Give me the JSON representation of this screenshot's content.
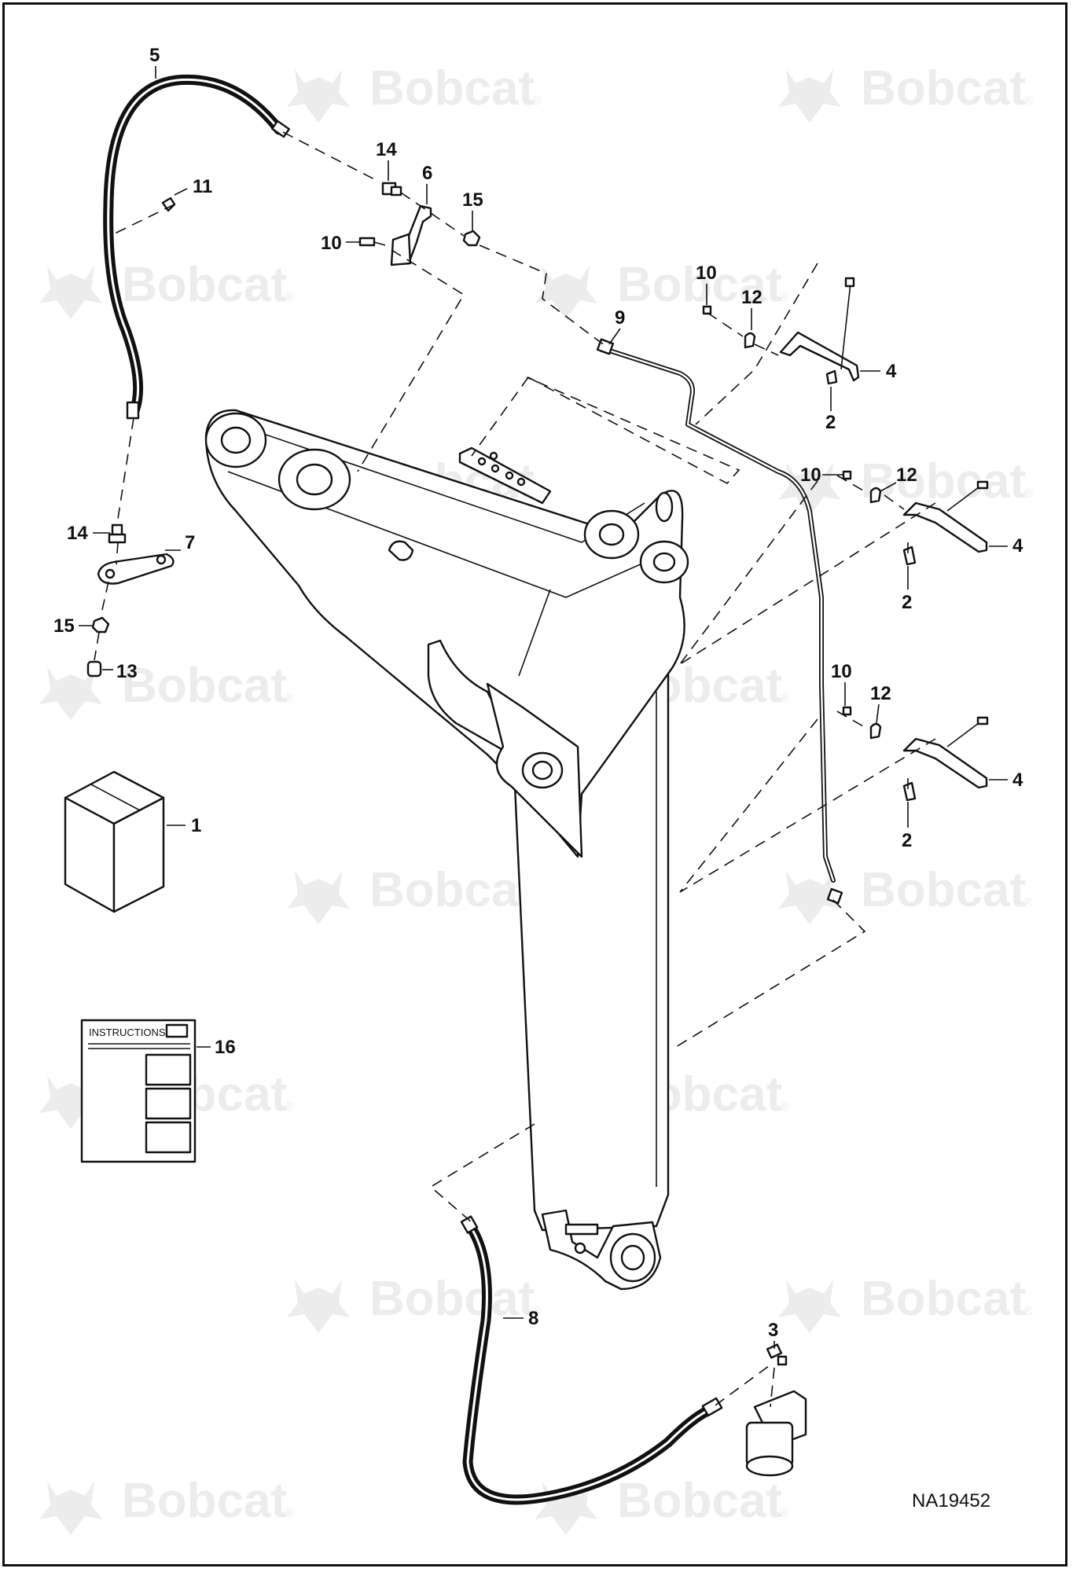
{
  "watermark": {
    "brand": "Bobcat",
    "reg": "®"
  },
  "document_number": "NA19452",
  "instructions_label": "INSTRUCTIONS",
  "callouts": {
    "c1": "1",
    "c2a": "2",
    "c2b": "2",
    "c2c": "2",
    "c3": "3",
    "c4a": "4",
    "c4b": "4",
    "c4c": "4",
    "c5": "5",
    "c6": "6",
    "c7": "7",
    "c8": "8",
    "c9": "9",
    "c10a": "10",
    "c10b": "10",
    "c10c": "10",
    "c10d": "10",
    "c11": "11",
    "c12a": "12",
    "c12b": "12",
    "c12c": "12",
    "c13": "13",
    "c14a": "14",
    "c14b": "14",
    "c15a": "15",
    "c15b": "15",
    "c16": "16"
  }
}
